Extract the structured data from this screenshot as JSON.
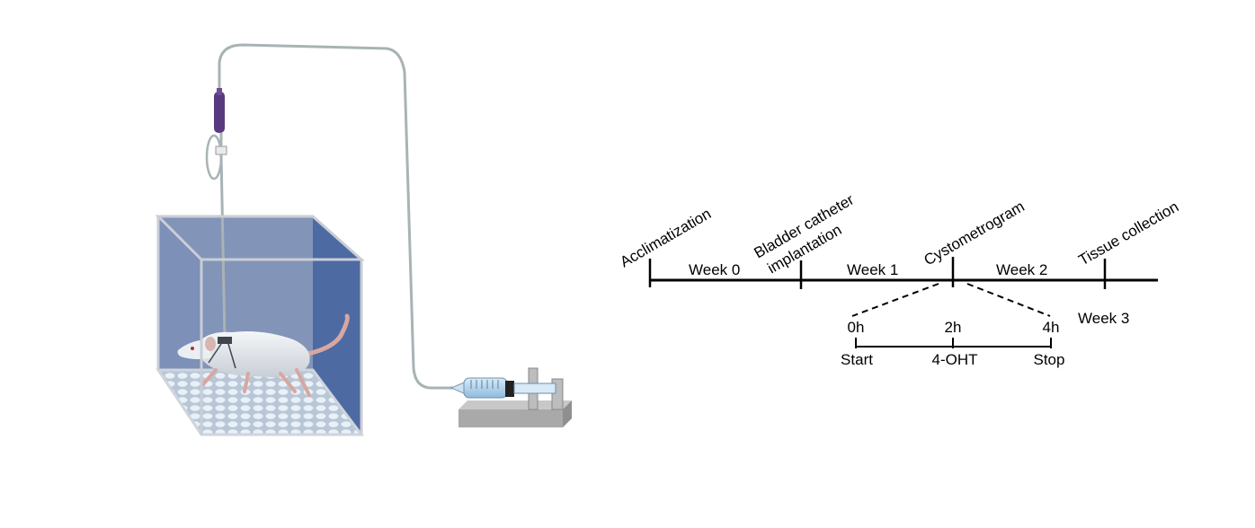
{
  "timeline": {
    "milestones": [
      "Acclimatization",
      "Bladder catheter",
      "implantation",
      "Cystometrogram",
      "Tissue collection"
    ],
    "weeks": [
      "Week 0",
      "Week 1",
      "Week 2",
      "Week 3"
    ]
  },
  "sub_timeline": {
    "times": [
      "0h",
      "2h",
      "4h"
    ],
    "events": [
      "Start",
      "4-OHT",
      "Stop"
    ]
  },
  "illustration": {
    "items": [
      "infusion-setup",
      "cage",
      "rat",
      "tether",
      "syringe-pump"
    ]
  }
}
